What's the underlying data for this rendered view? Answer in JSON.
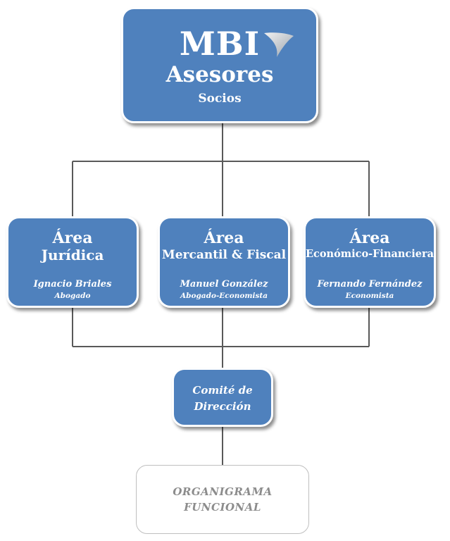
{
  "diagram": {
    "top_box": {
      "logo_text": "MBI",
      "line2": "Asesores",
      "line3": "Socios",
      "logo_mark": "swoosh-icon"
    },
    "areas": [
      {
        "title": "Área",
        "subtitle": "Jurídica",
        "person": "Ignacio Briales",
        "role": "Abogado"
      },
      {
        "title": "Área",
        "subtitle": "Mercantil & Fiscal",
        "person": "Manuel González",
        "role": "Abogado-Economista"
      },
      {
        "title": "Área",
        "subtitle": "Económico-Financiera",
        "person": "Fernando Fernández",
        "role": "Economista"
      }
    ],
    "committee": {
      "line1": "Comité de",
      "line2": "Dirección"
    },
    "footer": {
      "line1": "ORGANIGRAMA",
      "line2": "FUNCIONAL"
    },
    "colors": {
      "box_fill": "#4f81bd",
      "connector": "#595959",
      "footer_text": "#8c8c8c"
    }
  }
}
